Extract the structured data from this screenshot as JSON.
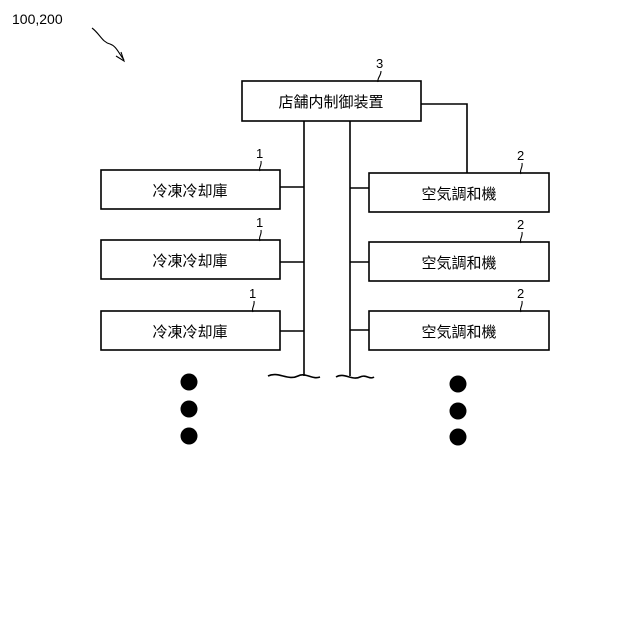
{
  "figure": {
    "system_ref": "100,200"
  },
  "controller": {
    "label": "店舗内制御装置",
    "ref": "3"
  },
  "refrigerators": [
    {
      "label": "冷凍冷却庫",
      "ref": "1"
    },
    {
      "label": "冷凍冷却庫",
      "ref": "1"
    },
    {
      "label": "冷凍冷却庫",
      "ref": "1"
    }
  ],
  "air_conditioners": [
    {
      "label": "空気調和機",
      "ref": "2"
    },
    {
      "label": "空気調和機",
      "ref": "2"
    },
    {
      "label": "空気調和機",
      "ref": "2"
    }
  ],
  "colors": {
    "line": "#000000",
    "background": "#ffffff"
  }
}
